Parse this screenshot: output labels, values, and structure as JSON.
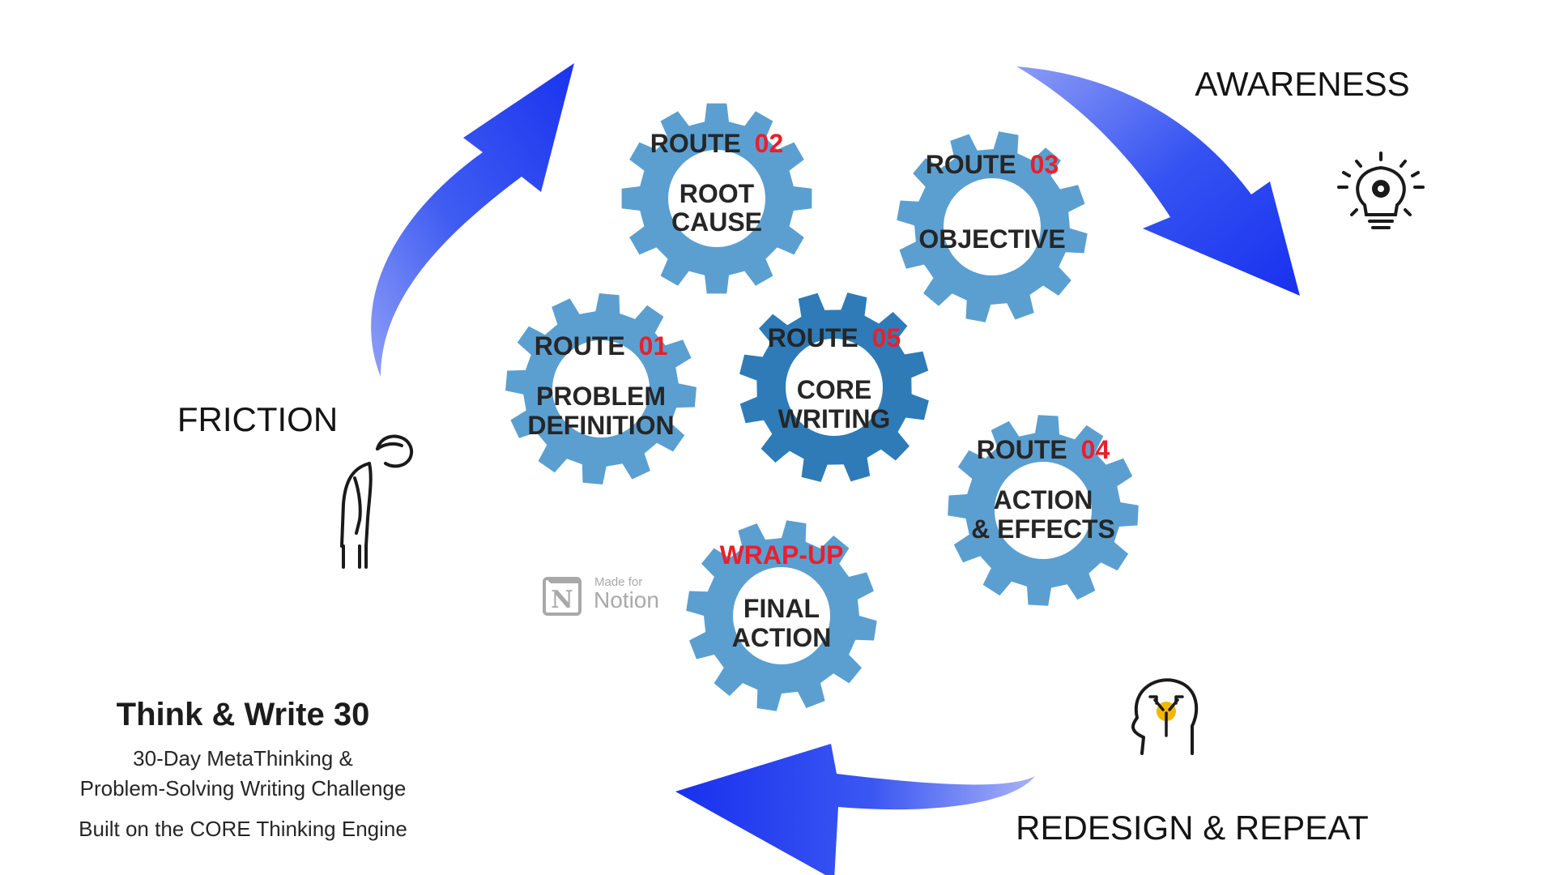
{
  "stages": {
    "awareness": "AWARENESS",
    "friction": "FRICTION",
    "redesign": "REDESIGN & REPEAT"
  },
  "gears": {
    "route01": {
      "prefix": "ROUTE",
      "number": "01",
      "line1": "PROBLEM",
      "line2": "DEFINITION"
    },
    "route02": {
      "prefix": "ROUTE",
      "number": "02",
      "line1": "ROOT",
      "line2": "CAUSE"
    },
    "route03": {
      "prefix": "ROUTE",
      "number": "03",
      "line1": "OBJECTIVE",
      "line2": ""
    },
    "route04": {
      "prefix": "ROUTE",
      "number": "04",
      "line1": "ACTION",
      "line2": "& EFFECTS"
    },
    "route05": {
      "prefix": "ROUTE",
      "number": "05",
      "line1": "CORE",
      "line2": "WRITING"
    },
    "wrapup": {
      "label": "WRAP-UP",
      "line1": "FINAL",
      "line2": "ACTION"
    }
  },
  "brand": {
    "title": "Think & Write 30",
    "subtitle_line1": "30-Day MetaThinking &",
    "subtitle_line2": "Problem-Solving Writing Challenge",
    "engine": "Built on the CORE Thinking Engine"
  },
  "notion_badge": {
    "small": "Made for",
    "big": "Notion",
    "glyph": "N"
  },
  "icons": {
    "awareness": "lightbulb-gear-icon",
    "friction": "tired-person-icon",
    "redesign": "head-arrows-icon"
  },
  "colors": {
    "gear_light": "#5b9fd1",
    "gear_dark": "#2e7bb8",
    "arrow_blue": "#1f3df0",
    "route_number_red": "#e8202a",
    "head_accent_yellow": "#f2b705"
  }
}
